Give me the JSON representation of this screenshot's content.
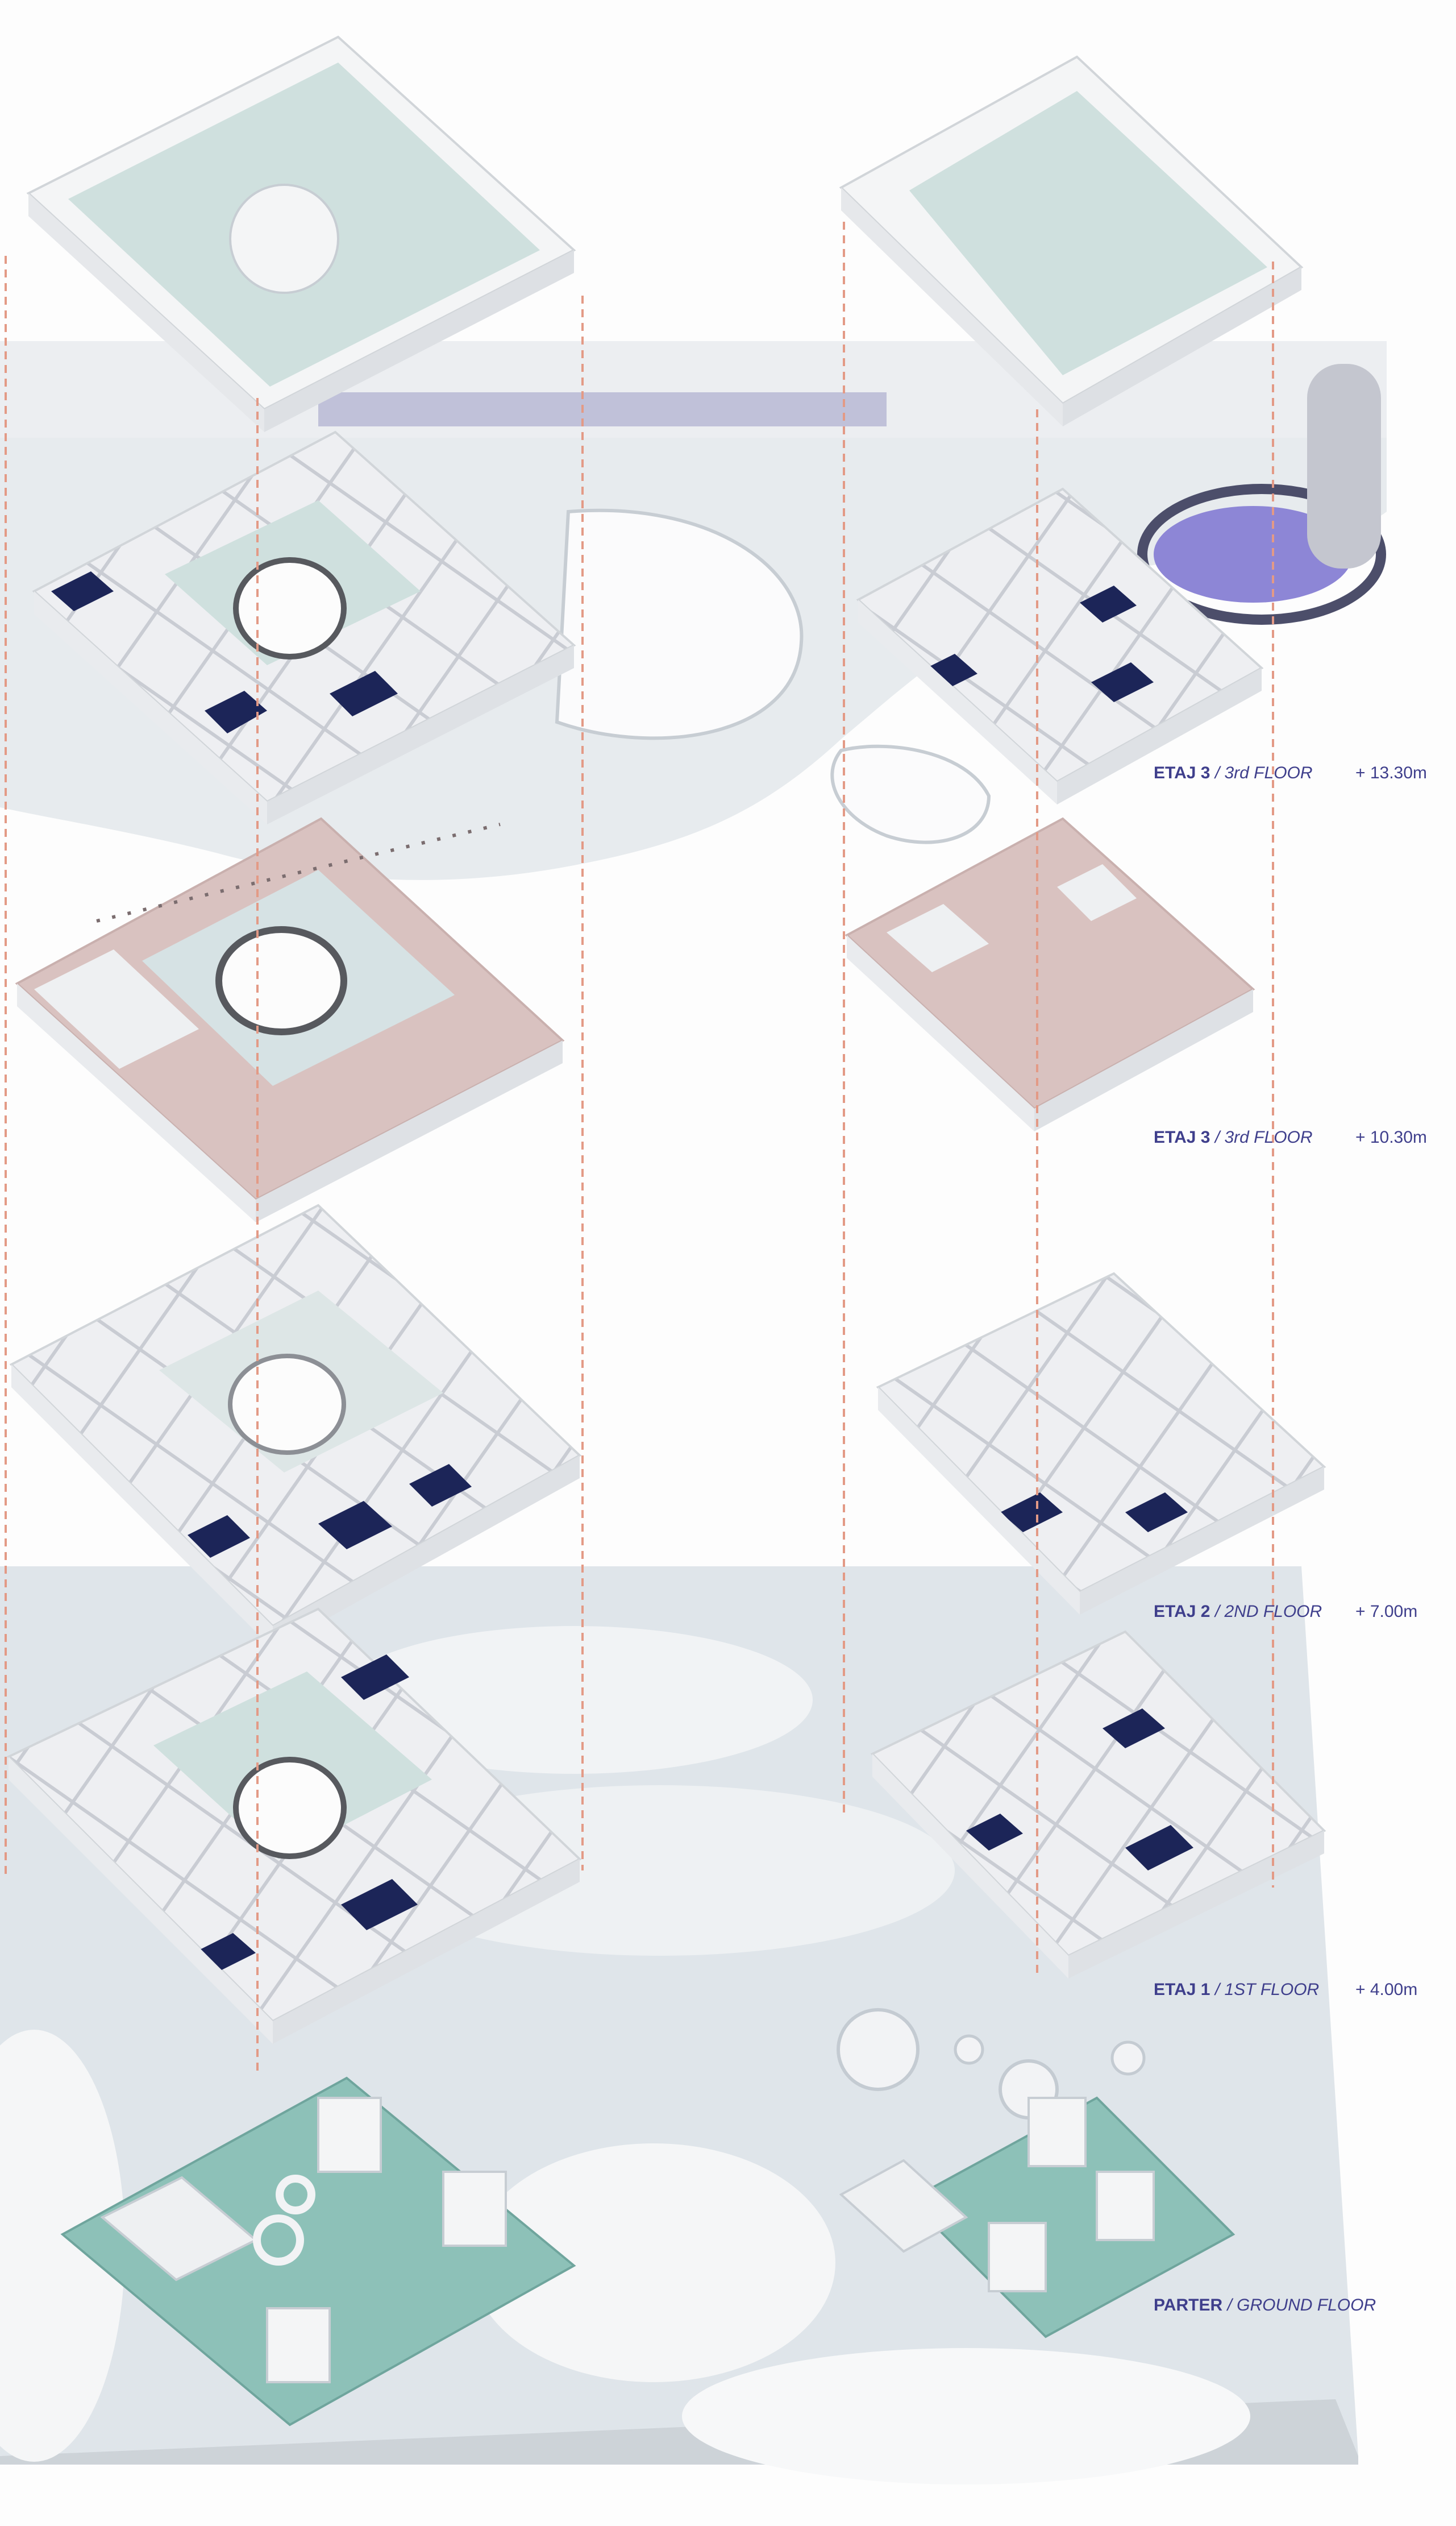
{
  "colors": {
    "label": "#3f3f8c",
    "site": "#dfe5ea",
    "slab_light": "#f3f4f6",
    "courtyard": "#cfe0de",
    "pink_floor": "#d9c2c0",
    "dark_room": "#1c2558",
    "ground_green": "#8dc1b8",
    "pool": "#8d86d6",
    "guide": "#e39a86"
  },
  "labels": [
    {
      "bold": "ETAJ 3",
      "italic": " / 3rd FLOOR",
      "level": "+ 13.30m"
    },
    {
      "bold": "ETAJ 3",
      "italic": " / 3rd FLOOR",
      "level": "+ 10.30m"
    },
    {
      "bold": "ETAJ 2",
      "italic": " / 2ND FLOOR",
      "level": "+ 7.00m"
    },
    {
      "bold": "ETAJ 1",
      "italic": " / 1ST  FLOOR",
      "level": "+ 4.00m"
    },
    {
      "bold": "PARTER",
      "italic": " / GROUND FLOOR",
      "level": ""
    }
  ]
}
